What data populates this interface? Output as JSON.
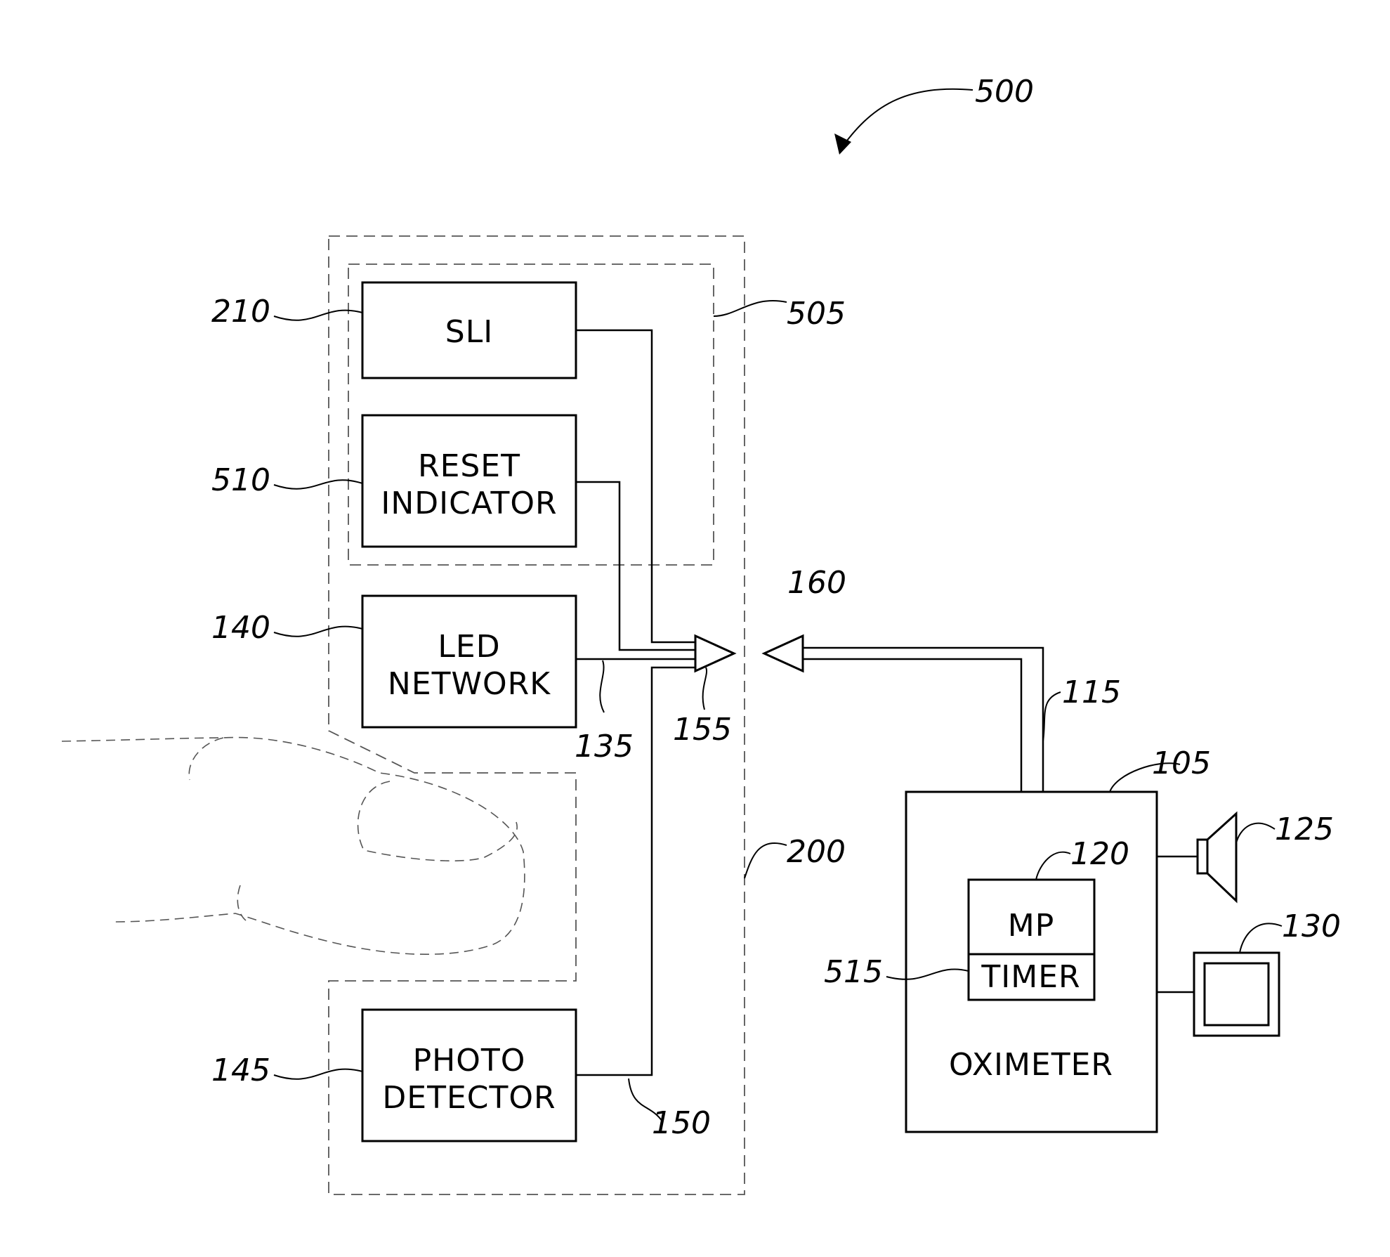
{
  "blocks": {
    "sli": "SLI",
    "reset_indicator": [
      "RESET",
      "INDICATOR"
    ],
    "led_network": [
      "LED",
      "NETWORK"
    ],
    "photo_detector": [
      "PHOTO",
      "DETECTOR"
    ],
    "oximeter": "OXIMETER",
    "mp": "MP",
    "timer": "TIMER"
  },
  "refs": {
    "system": "500",
    "sensor": "200",
    "indicator_group": "505",
    "sli": "210",
    "reset_indicator": "510",
    "led_network": "140",
    "photo_detector": "145",
    "led_wire": "135",
    "detector_wire": "150",
    "sensor_connector": "155",
    "cable_connector": "160",
    "cable": "115",
    "oximeter": "105",
    "mp": "120",
    "timer": "515",
    "speaker": "125",
    "display": "130"
  }
}
